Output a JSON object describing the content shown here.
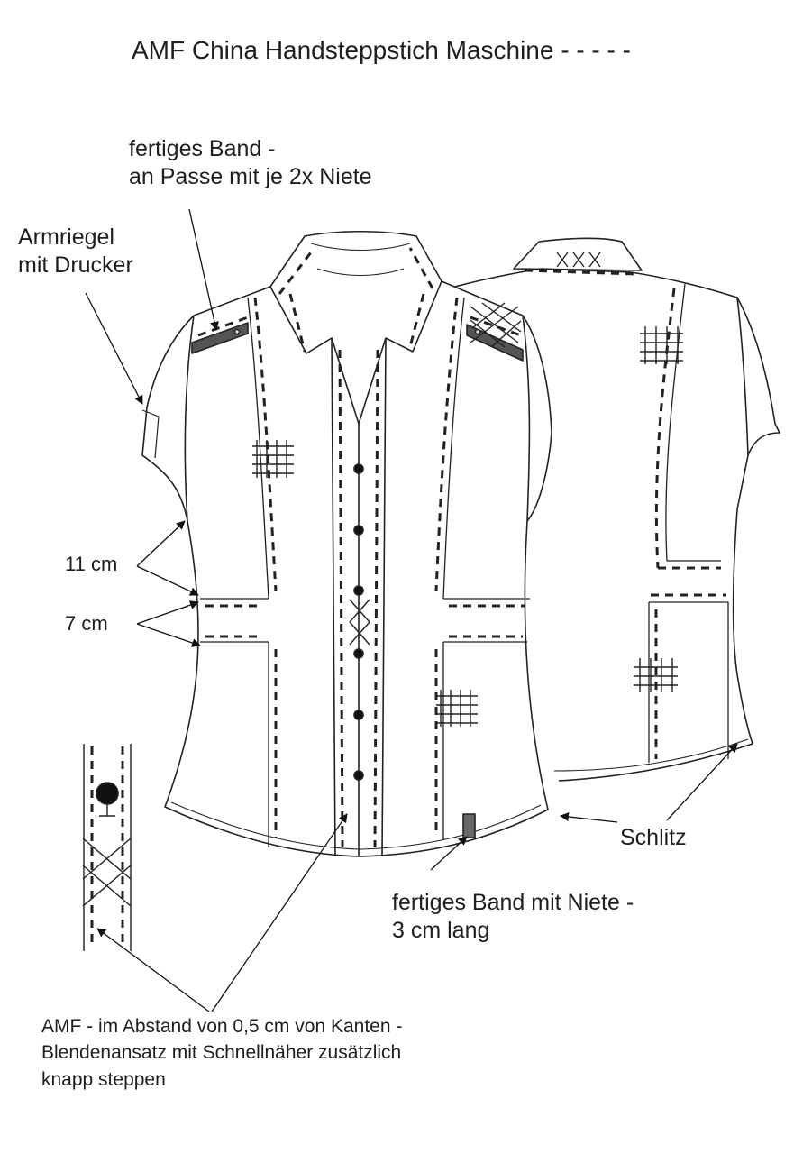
{
  "header": {
    "title": "AMF China Handsteppstich Maschine - - - - -"
  },
  "annotations": {
    "band_passe": [
      "fertiges Band -",
      "an Passe mit je 2x Niete"
    ],
    "armriegel": [
      "Armriegel",
      "mit Drucker"
    ],
    "width_11": "11 cm",
    "width_7": "7 cm",
    "schlitz": "Schlitz",
    "band_niete": [
      "fertiges Band mit Niete -",
      "3 cm lang"
    ],
    "amf_note": [
      "AMF - im Abstand von 0,5 cm von Kanten -",
      "Blendenansatz mit Schnellnäher zusätzlich",
      "knapp steppen"
    ]
  },
  "colors": {
    "ink": "#1e1e1e",
    "band_fill": "#555555"
  }
}
